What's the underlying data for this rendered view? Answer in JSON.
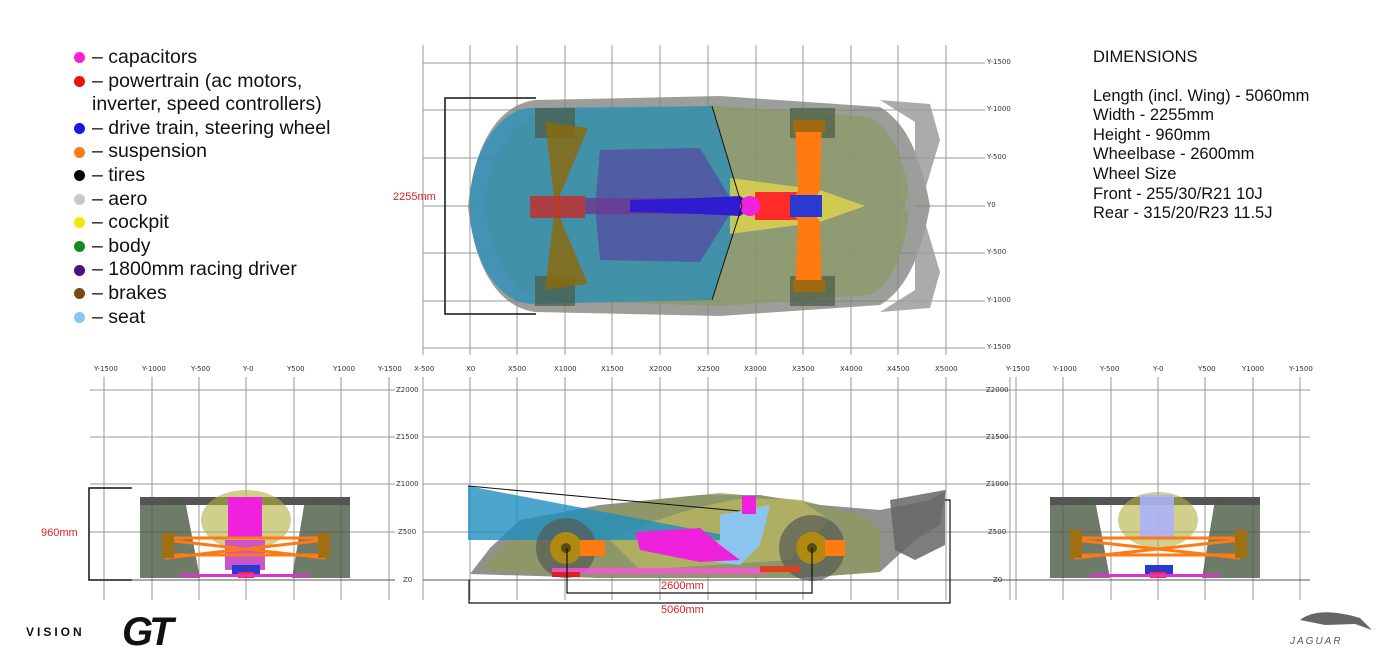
{
  "legend": {
    "items": [
      {
        "color": "#ff1fd6",
        "label": "– capacitors"
      },
      {
        "color": "#ee1111",
        "label": "– powertrain (ac motors,",
        "continuation": "inverter, speed controllers)"
      },
      {
        "color": "#1818e0",
        "label": "– drive train, steering wheel"
      },
      {
        "color": "#ff7a10",
        "label": "– suspension"
      },
      {
        "color": "#000000",
        "label": "– tires"
      },
      {
        "color": "#c8c8c8",
        "label": "– aero"
      },
      {
        "color": "#f5e800",
        "label": "– cockpit"
      },
      {
        "color": "#138a1f",
        "label": "– body"
      },
      {
        "color": "#4d1080",
        "label": "– 1800mm racing driver"
      },
      {
        "color": "#7a4a10",
        "label": "– brakes"
      },
      {
        "color": "#8cc4f0",
        "label": "– seat"
      }
    ]
  },
  "dimensions": {
    "title": "DIMENSIONS",
    "lines": [
      "Length (incl. Wing) - 5060mm",
      "Width - 2255mm",
      "Height - 960mm",
      "Wheelbase - 2600mm",
      "Wheel Size",
      "Front - 255/30/R21 10J",
      "Rear - 315/20/R23 11.5J"
    ]
  },
  "top_view": {
    "y_ticks": [
      "Y-1500",
      "Y-1000",
      "Y-500",
      "Y0",
      "Y-500",
      "Y-1000",
      "Y-1500"
    ],
    "width_label": "2255mm"
  },
  "x_axis": {
    "ticks": [
      "X-500",
      "X0",
      "X500",
      "X1000",
      "X1500",
      "X2000",
      "X2500",
      "X3000",
      "X3500",
      "X4000",
      "X4500",
      "X5000"
    ]
  },
  "front_view": {
    "y_ticks": [
      "Y-1500",
      "Y-1000",
      "Y-500",
      "Y-0",
      "Y500",
      "Y1000",
      "Y-1500"
    ],
    "height_label": "960mm"
  },
  "rear_view": {
    "y_ticks": [
      "Y-1500",
      "Y-1000",
      "Y-500",
      "Y-0",
      "Y500",
      "Y1000",
      "Y-1500"
    ]
  },
  "side_view": {
    "z_ticks_left": [
      "Z2000",
      "Z1500",
      "Z1000",
      "Z500",
      "Z0"
    ],
    "z_ticks_right": [
      "Z2000",
      "Z1500",
      "Z1000",
      "Z500",
      "Z0"
    ],
    "wheelbase_label": "2600mm",
    "length_label": "5060mm"
  },
  "logos": {
    "vision": "VISION",
    "gt": "GT",
    "jaguar": "JAGUAR"
  }
}
